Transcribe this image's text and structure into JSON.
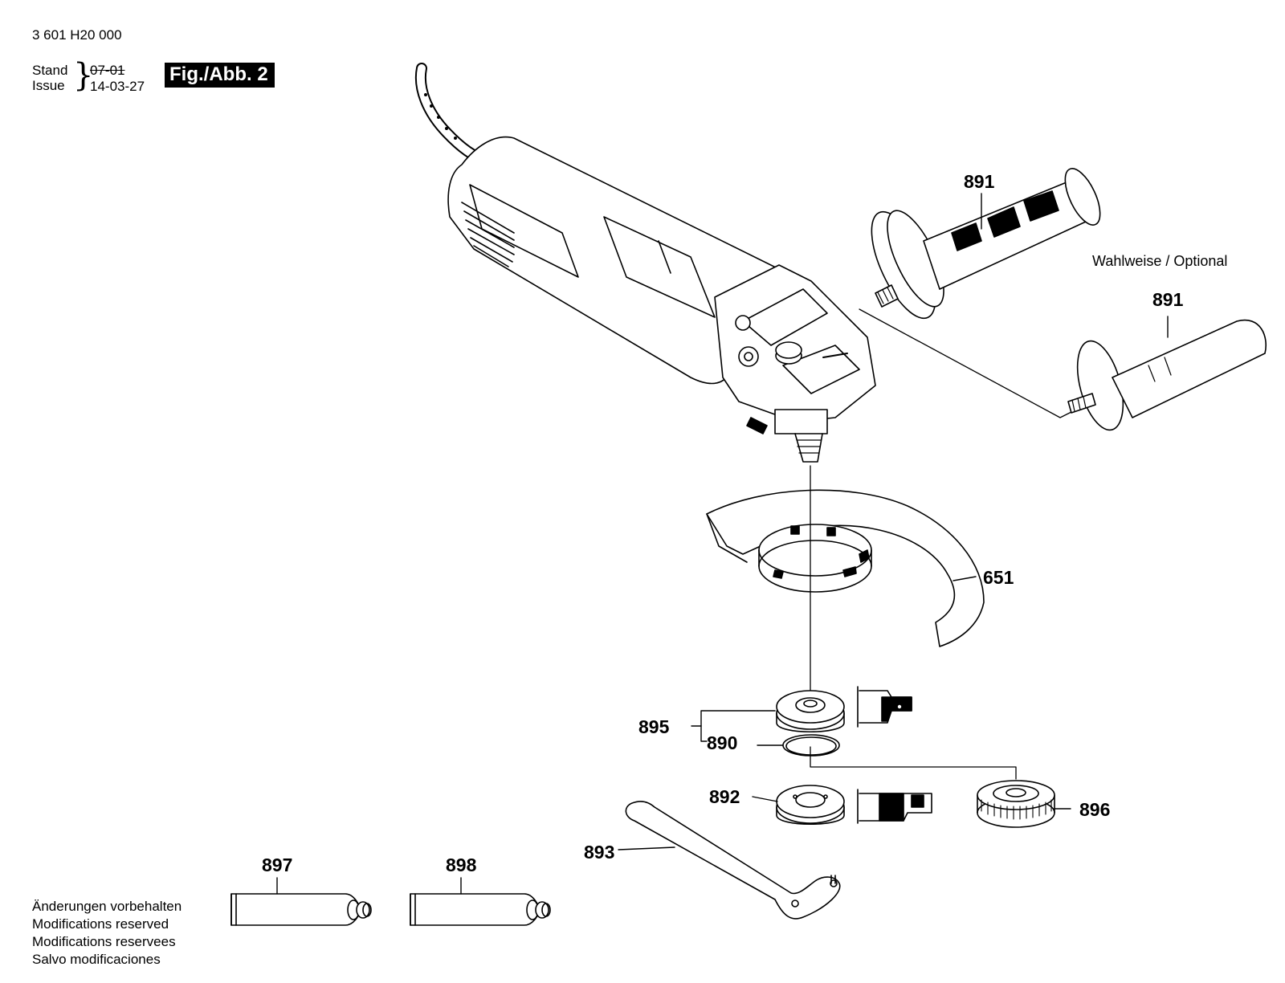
{
  "header": {
    "part_number": "3 601 H20 000",
    "stand_label": "Stand",
    "issue_label": "Issue",
    "date_old": "07-01",
    "date_new": "14-03-27",
    "figure": "Fig./Abb. 2"
  },
  "optional_note": "Wahlweise / Optional",
  "callouts": {
    "handle_grip": "891",
    "handle_straight": "891",
    "guard": "651",
    "flange_assembly": "895",
    "o_ring": "890",
    "clamping_nut": "892",
    "quick_nut": "896",
    "spanner": "893",
    "grease_tube_a": "897",
    "grease_tube_b": "898"
  },
  "notes": [
    "Änderungen vorbehalten",
    "Modifications reserved",
    "Modifications reservees",
    "Salvo modificaciones"
  ]
}
